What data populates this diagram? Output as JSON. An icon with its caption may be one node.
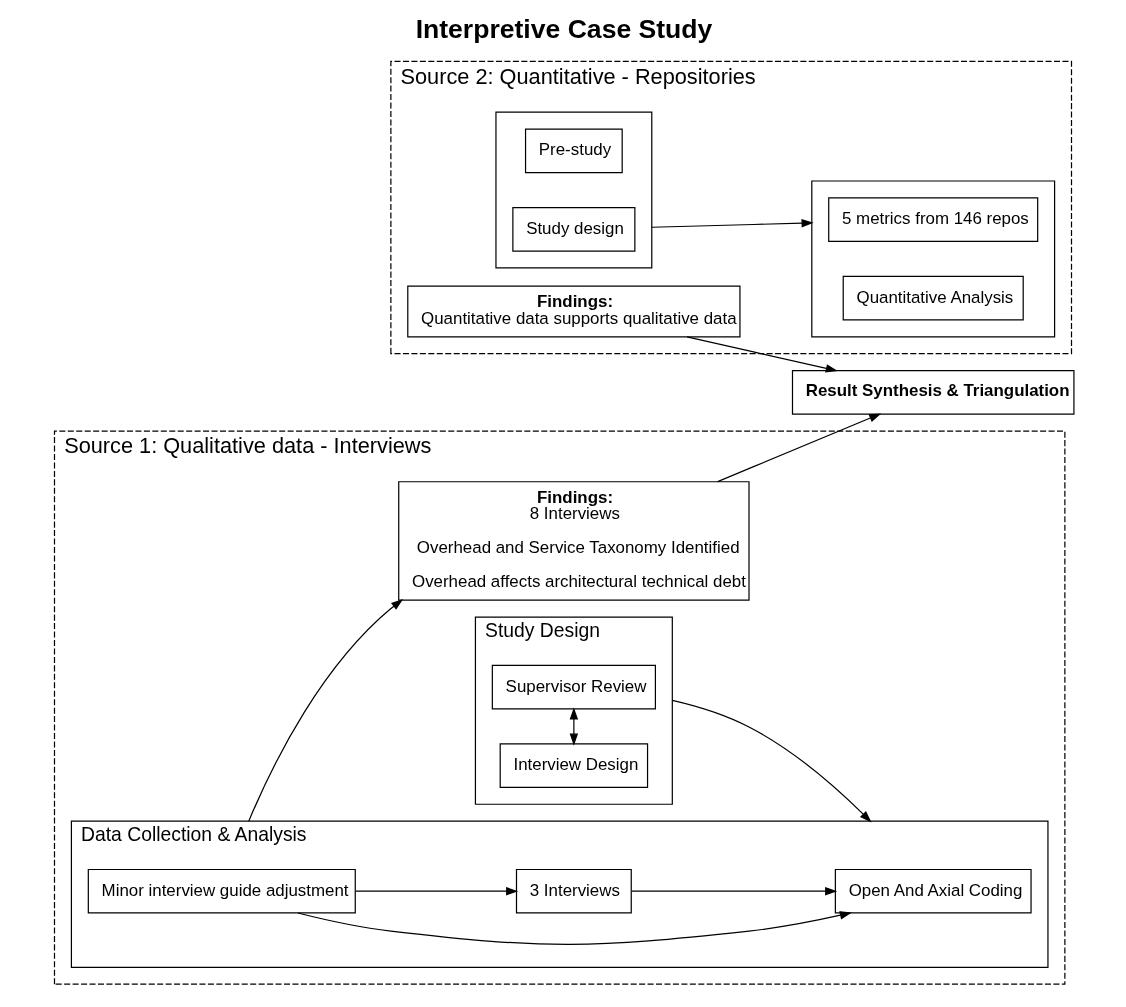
{
  "diagram": {
    "title": "Interpretive Case Study",
    "nodes": [
      {
        "text": [
          "Source 1: Qualitative data - Interviews"
        ]
      },
      {
        "text": [
          "Study Design"
        ],
        "in": 0
      },
      {
        "text": [
          "Interview Design"
        ],
        "in": 1
      },
      {
        "text": [
          "Supervisor Review"
        ],
        "in": 1
      },
      {
        "text": [
          "Data Collection & Analysis"
        ],
        "in": 0
      },
      {
        "text": [
          "Open And Axial Coding"
        ],
        "in": 4
      },
      {
        "text": [
          "3 Interviews"
        ],
        "in": 4
      },
      {
        "text": [
          "Minor interview guide adjustment"
        ],
        "in": 4
      },
      {
        "text": [
          "Findings:",
          "8 Interviews",
          "Overhead and Service Taxonomy Identified",
          "Overhead affects architectural technical debt"
        ],
        "in": 0
      },
      {
        "text": [
          "Source 2: Quantitative - Repositories"
        ]
      },
      {
        "text": [],
        "shape": "box",
        "in": 9
      },
      {
        "text": [
          "Pre-study"
        ],
        "in": 10
      },
      {
        "text": [
          "Study design"
        ],
        "in": 10
      },
      {
        "text": [],
        "shape": "box",
        "in": 9
      },
      {
        "text": [
          "5 metrics from 146 repos"
        ],
        "in": 13
      },
      {
        "text": [
          "Quantitative Analysis"
        ],
        "in": 13
      },
      {
        "text": [
          "Findings:",
          "Quantitative data supports qualitative data"
        ],
        "in": 9
      },
      {
        "text": [
          "Result Synthesis & Triangulation"
        ]
      }
    ],
    "edges": [
      {
        "from": 2,
        "to": 3,
        "arrow": "both"
      },
      {
        "from": 1,
        "to": 4,
        "arrow": "to"
      },
      {
        "from": 6,
        "to": 5,
        "arrow": "to"
      },
      {
        "from": 7,
        "to": 5,
        "arrow": "to"
      },
      {
        "from": 7,
        "to": 6,
        "arrow": "to"
      },
      {
        "from": 4,
        "to": 8,
        "arrow": "to"
      },
      {
        "from": 8,
        "to": 17,
        "arrow": "to"
      },
      {
        "from": 10,
        "to": 13,
        "arrow": "to"
      },
      {
        "from": 16,
        "to": 17,
        "arrow": "to"
      }
    ]
  }
}
